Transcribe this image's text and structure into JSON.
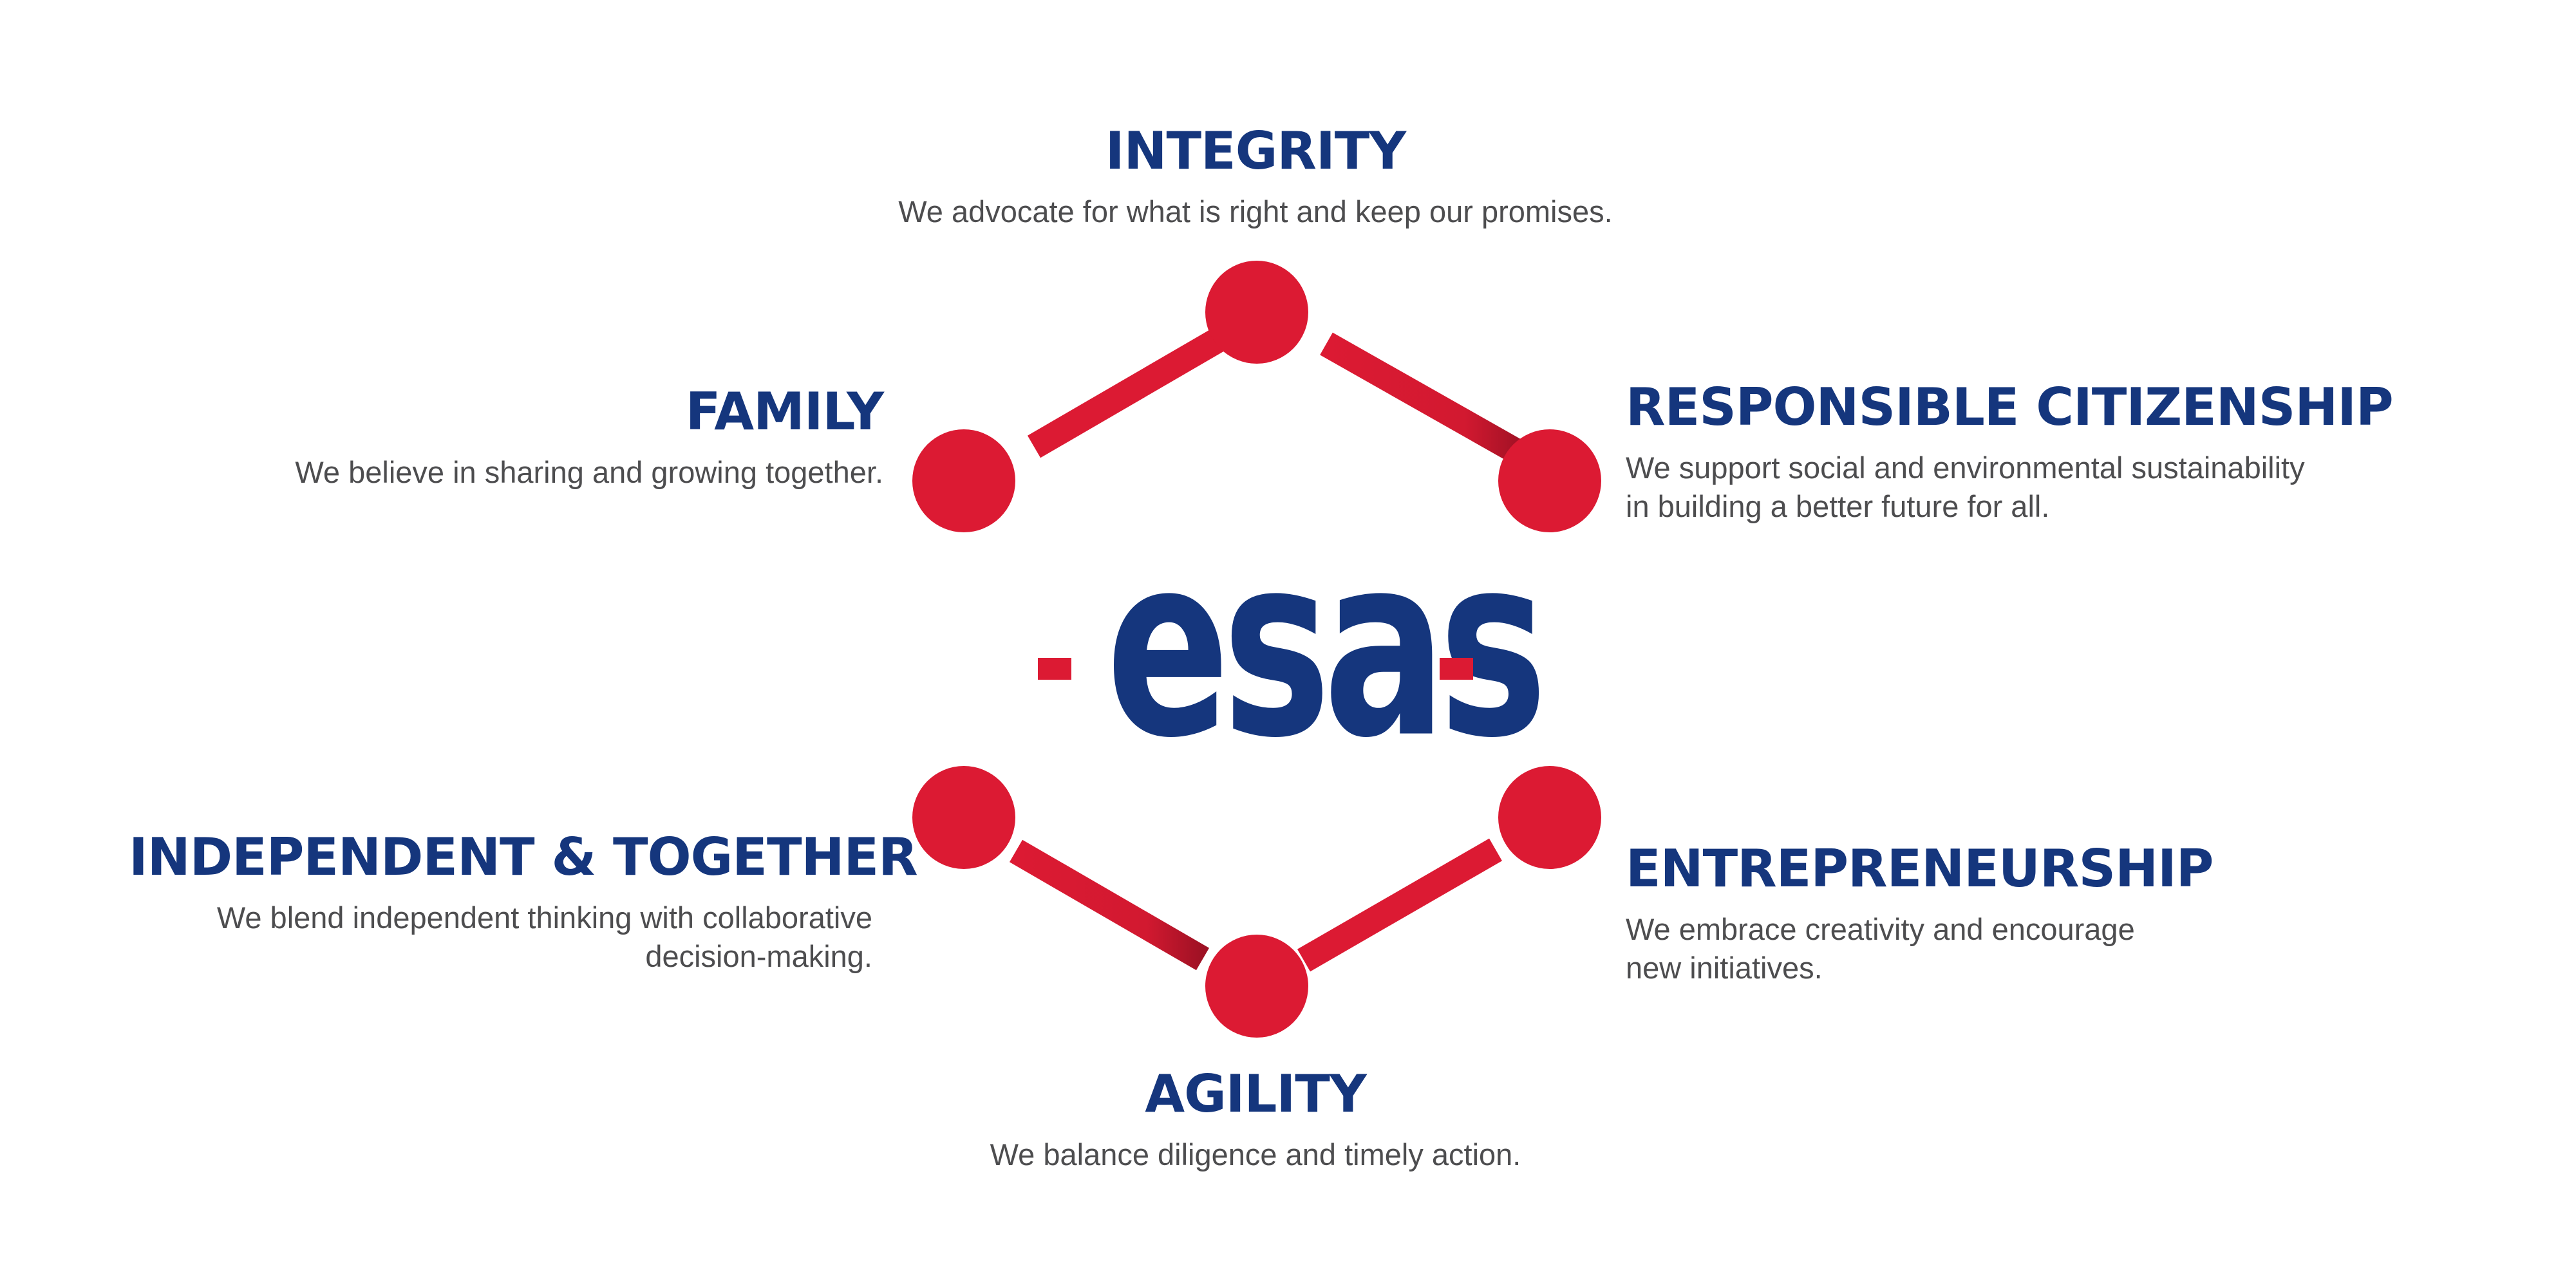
{
  "brand": {
    "logo_text": "esas",
    "colors": {
      "navy": "#15367d",
      "red": "#dc1a33",
      "gray_text": "#4d4d4f"
    }
  },
  "values": {
    "integrity": {
      "title": "INTEGRITY",
      "description": "We advocate for what is right and keep our promises."
    },
    "family": {
      "title": "FAMILY",
      "description": "We believe in sharing and growing together."
    },
    "responsible_citizenship": {
      "title": "RESPONSIBLE CITIZENSHIP",
      "description_line_1": "We support social and environmental sustainability",
      "description_line_2": "in building a better future for all."
    },
    "independent_together": {
      "title": "INDEPENDENT & TOGETHER",
      "description_line_1": "We blend independent thinking with collaborative",
      "description_line_2": "decision-making."
    },
    "entrepreneurship": {
      "title": "ENTREPRENEURSHIP",
      "description_line_1": "We embrace creativity and encourage",
      "description_line_2": "new initiatives."
    },
    "agility": {
      "title": "AGILITY",
      "description": "We balance diligence and timely action."
    }
  }
}
